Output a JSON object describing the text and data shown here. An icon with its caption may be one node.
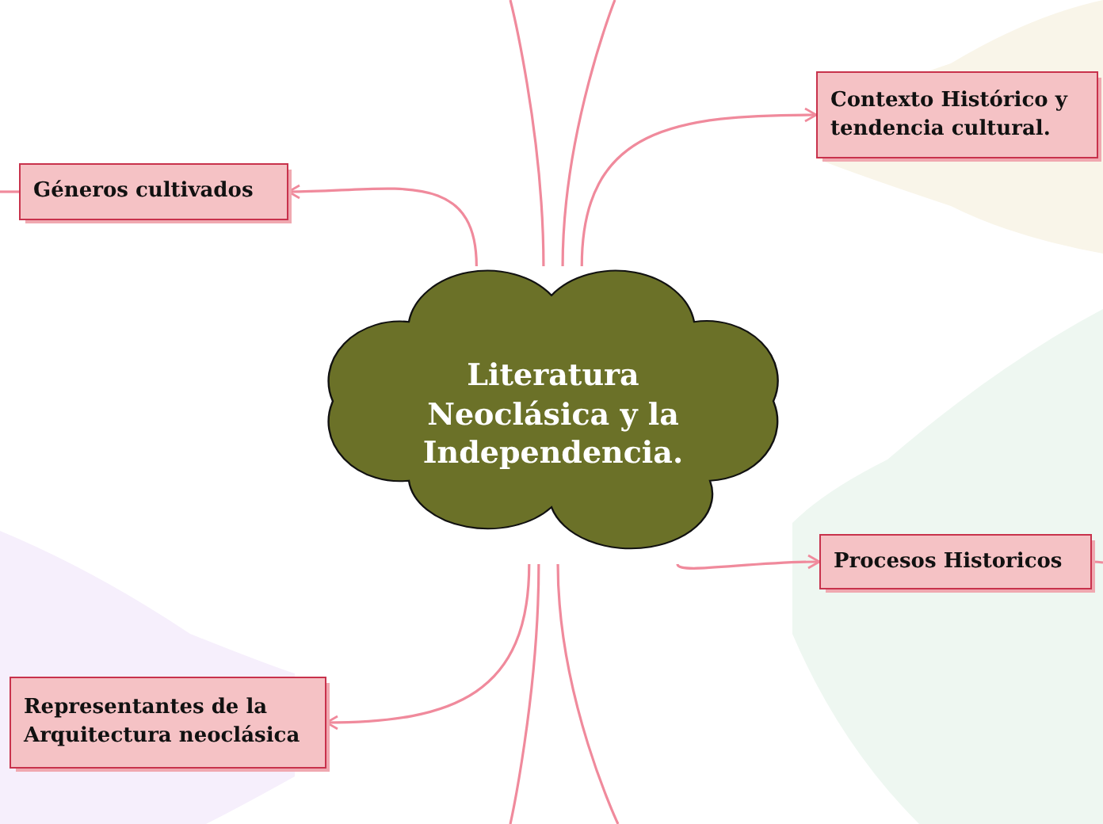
{
  "diagram": {
    "nodes": [
      {
        "text": [
          "Literatura Neoclásica y la Independencia."
        ]
      },
      {
        "text": [
          "Géneros cultivados"
        ]
      },
      {
        "text": [
          "Contexto Histórico y tendencia cultural."
        ]
      },
      {
        "text": [
          "Procesos Historicos"
        ]
      },
      {
        "text": [
          "Representantes de la Arquitectura neoclásica"
        ]
      }
    ],
    "edges": [
      {
        "from": 0,
        "to": 1,
        "arrow": "to"
      },
      {
        "from": 0,
        "to": 2,
        "arrow": "to"
      },
      {
        "from": 0,
        "to": 3,
        "arrow": "to"
      },
      {
        "from": 0,
        "to": 4,
        "arrow": "to"
      },
      {
        "from": 0,
        "to": null,
        "arrow": "none"
      },
      {
        "from": 0,
        "to": null,
        "arrow": "none"
      },
      {
        "from": 0,
        "to": null,
        "arrow": "none"
      },
      {
        "from": 0,
        "to": null,
        "arrow": "none"
      },
      {
        "from": 1,
        "to": null,
        "arrow": "none"
      },
      {
        "from": 3,
        "to": null,
        "arrow": "none"
      }
    ]
  }
}
